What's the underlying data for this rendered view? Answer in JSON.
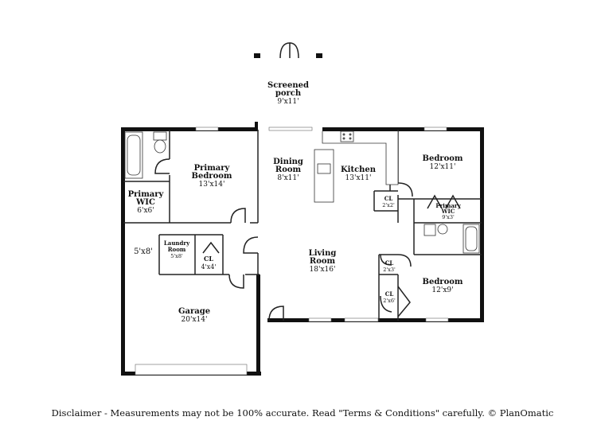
{
  "rooms": [
    {
      "id": "porch",
      "lines": [
        "Screened",
        "porch"
      ],
      "dim": "9'x11'"
    },
    {
      "id": "primary-bedroom",
      "lines": [
        "Primary",
        "Bedroom"
      ],
      "dim": "13'x14'"
    },
    {
      "id": "dining-room",
      "lines": [
        "Dining",
        "Room"
      ],
      "dim": "8'x11'"
    },
    {
      "id": "kitchen",
      "lines": [
        "Kitchen"
      ],
      "dim": "13'x11'"
    },
    {
      "id": "bedroom-2",
      "lines": [
        "Bedroom"
      ],
      "dim": "12'x11'"
    },
    {
      "id": "primary-wic",
      "lines": [
        "Primary",
        "WIC"
      ],
      "dim": "6'x6'"
    },
    {
      "id": "primary-wic-2",
      "lines": [
        "Primary",
        "WIC"
      ],
      "dim": "9'x3'"
    },
    {
      "id": "cl-kitchen",
      "lines": [
        "CL"
      ],
      "dim": "2'x2'"
    },
    {
      "id": "laundry-room",
      "lines": [
        "Laundry",
        "Room"
      ],
      "dim": "5'x8'"
    },
    {
      "id": "cl-laundry",
      "lines": [
        "CL"
      ],
      "dim": "4'x4'"
    },
    {
      "id": "living-room",
      "lines": [
        "Living",
        "Room"
      ],
      "dim": "18'x16'"
    },
    {
      "id": "cl-hall",
      "lines": [
        "CL"
      ],
      "dim": "2'x3'"
    },
    {
      "id": "bedroom-3",
      "lines": [
        "Bedroom"
      ],
      "dim": "12'x9'"
    },
    {
      "id": "cl-bedroom",
      "lines": [
        "CL"
      ],
      "dim": "2'x6'"
    },
    {
      "id": "garage-nook",
      "lines": [],
      "dim": "5'x8'"
    },
    {
      "id": "garage",
      "lines": [
        "Garage"
      ],
      "dim": "20'x14'"
    }
  ],
  "disclaimer": "Disclaimer - Measurements may not be 100% accurate. Read \"Terms & Conditions\" carefully. © PlanOmatic"
}
